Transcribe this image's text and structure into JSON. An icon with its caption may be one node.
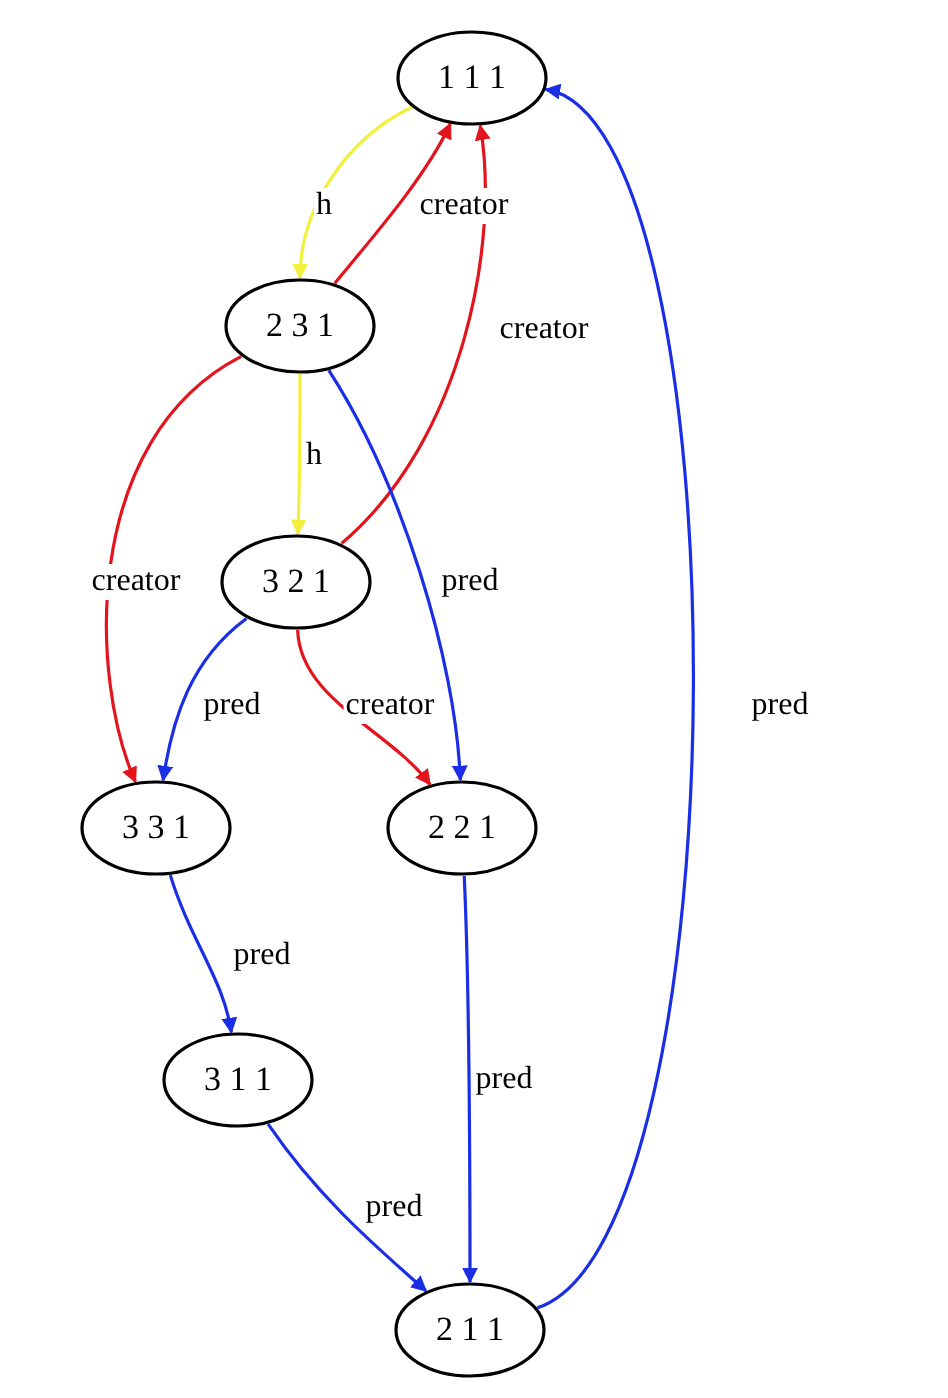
{
  "diagram": {
    "nodes": [
      {
        "text": [
          "1 1 1"
        ]
      },
      {
        "text": [
          "2 3 1"
        ]
      },
      {
        "text": [
          "3 2 1"
        ]
      },
      {
        "text": [
          "3 3 1"
        ]
      },
      {
        "text": [
          "2 2 1"
        ]
      },
      {
        "text": [
          "3 1 1"
        ]
      },
      {
        "text": [
          "2 1 1"
        ]
      }
    ],
    "edges": [
      {
        "from": 0,
        "to": 1,
        "arrow": "to",
        "label": "h",
        "color": "#f2f03c"
      },
      {
        "from": 1,
        "to": 0,
        "arrow": "to",
        "label": "creator",
        "color": "#e3141c"
      },
      {
        "from": 2,
        "to": 0,
        "arrow": "to",
        "label": "creator",
        "color": "#e3141c"
      },
      {
        "from": 1,
        "to": 2,
        "arrow": "to",
        "label": "h",
        "color": "#f2f03c"
      },
      {
        "from": 1,
        "to": 3,
        "arrow": "to",
        "label": "creator",
        "color": "#e3141c"
      },
      {
        "from": 1,
        "to": 4,
        "arrow": "to",
        "label": "pred"
      },
      {
        "from": 2,
        "to": 3,
        "arrow": "to",
        "label": "pred"
      },
      {
        "from": 2,
        "to": 4,
        "arrow": "to",
        "label": "creator",
        "color": "#e3141c"
      },
      {
        "from": 3,
        "to": 5,
        "arrow": "to",
        "label": "pred"
      },
      {
        "from": 4,
        "to": 6,
        "arrow": "to",
        "label": "pred"
      },
      {
        "from": 5,
        "to": 6,
        "arrow": "to",
        "label": "pred"
      },
      {
        "from": 6,
        "to": 0,
        "arrow": "to",
        "label": "pred"
      }
    ]
  }
}
